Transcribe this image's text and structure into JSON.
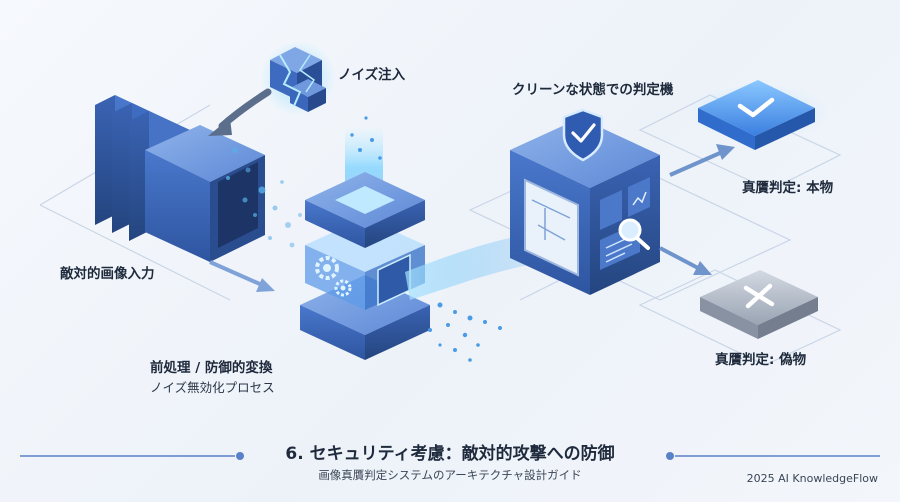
{
  "labels": {
    "noise_injection": "ノイズ注入",
    "clean_classifier": "クリーンな状態での判定機",
    "verdict_genuine": "真贋判定: 本物",
    "verdict_fake": "真贋判定: 偽物",
    "adversarial_input": "敵対的画像入力",
    "preprocess_title": "前処理 / 防御的変換",
    "preprocess_sub": "ノイズ無効化プロセス"
  },
  "footer": {
    "title": "6. セキュリティ考慮：敵対的攻撃への防御",
    "subtitle": "画像真贋判定システムのアーキテクチャ設計ガイド",
    "copyright": "2025 AI KnowledgeFlow"
  },
  "colors": {
    "primary_blue": "#3f6fc4",
    "dark_blue": "#2c4f96",
    "glow_cyan": "#5fc8f5",
    "accent_light": "#79b6f0",
    "reject_gray": "#9aa4b3"
  },
  "icons": {
    "check": "check-icon",
    "cross": "cross-icon",
    "shield": "shield-check-icon",
    "gears": "gear-icon",
    "magnifier": "magnifier-icon"
  }
}
